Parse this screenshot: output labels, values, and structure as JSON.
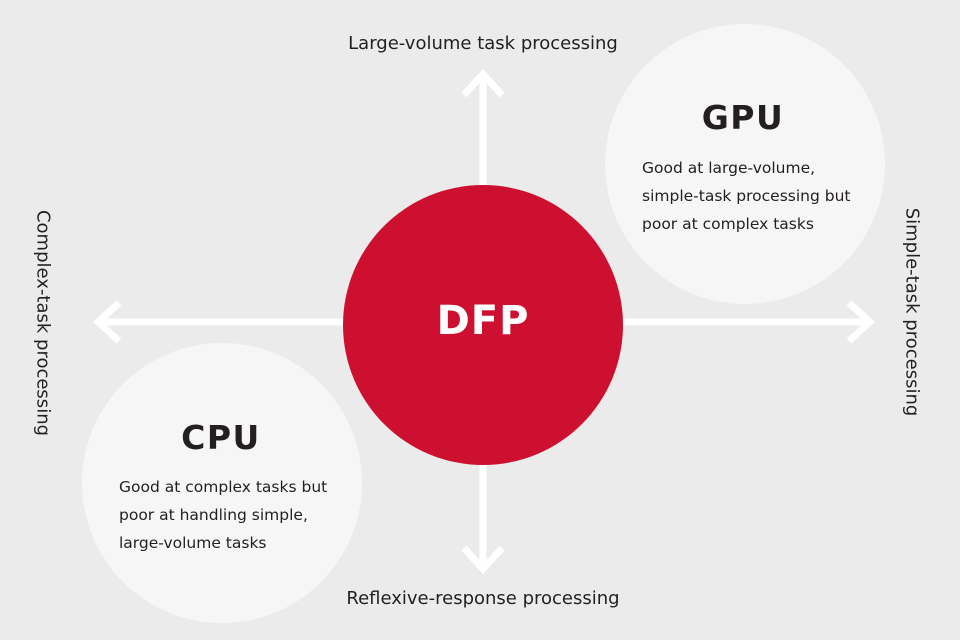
{
  "center": {
    "label": "DFP",
    "color": "#cd1030"
  },
  "axes": {
    "top": "Large-volume task processing",
    "bottom": "Reflexive-response processing",
    "left": "Complex-task processing",
    "right": "Simple-task processing"
  },
  "processors": {
    "gpu": {
      "title": "GPU",
      "lines": [
        "Good at large-volume,",
        "simple-task processing but",
        "poor at complex tasks"
      ]
    },
    "cpu": {
      "title": "CPU",
      "lines": [
        "Good at complex tasks but",
        "poor at handling simple,",
        "large-volume tasks"
      ]
    }
  },
  "colors": {
    "background": "#ebebeb",
    "circle": "#f6f6f6",
    "arrow": "#ffffff",
    "text": "#231f20"
  }
}
